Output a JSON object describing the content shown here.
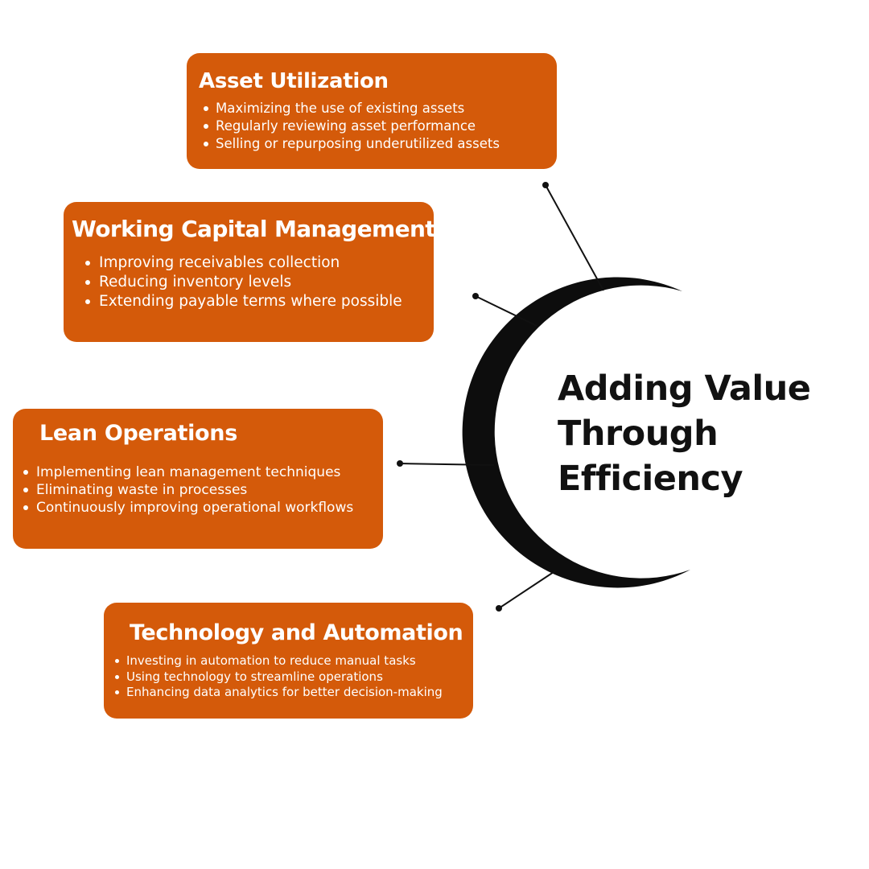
{
  "colors": {
    "card_background": "#d45a0a",
    "card_text": "#ffffff",
    "crescent": "#0d0d0d",
    "connector": "#111111"
  },
  "center": {
    "title_lines": [
      "Adding Value",
      "Through",
      "Efficiency"
    ]
  },
  "cards": [
    {
      "title": "Asset Utilization",
      "items": [
        "Maximizing the use of existing assets",
        "Regularly reviewing asset performance",
        "Selling or repurposing underutilized assets"
      ]
    },
    {
      "title": "Working Capital Management",
      "items": [
        "Improving receivables collection",
        "Reducing inventory levels",
        "Extending payable terms where possible"
      ]
    },
    {
      "title": "Lean Operations",
      "items": [
        "Implementing lean management techniques",
        "Eliminating waste in processes",
        "Continuously improving operational workflows"
      ]
    },
    {
      "title": "Technology and Automation",
      "items": [
        "Investing in automation to reduce manual tasks",
        "Using technology to streamline operations",
        "Enhancing data analytics for better decision-making"
      ]
    }
  ]
}
